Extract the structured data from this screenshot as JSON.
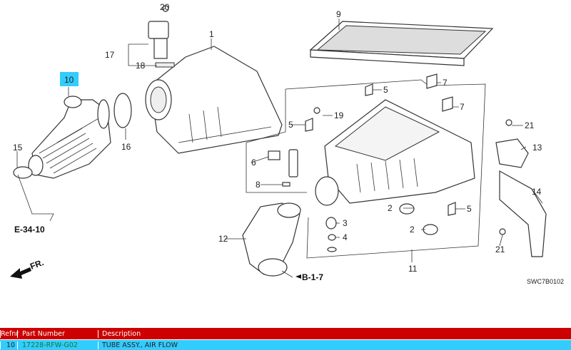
{
  "diagram": {
    "callouts": {
      "c20": "20",
      "c9": "9",
      "c1": "1",
      "c17": "17",
      "c18": "18",
      "c10": "10",
      "c7a": "7",
      "c5a": "5",
      "c7b": "7",
      "c19": "19",
      "c5b": "5",
      "c21a": "21",
      "c15": "15",
      "c16": "16",
      "c13": "13",
      "c6": "6",
      "c8": "8",
      "c14": "14",
      "c2a": "2",
      "c5c": "5",
      "c3": "3",
      "c4": "4",
      "c2b": "2",
      "c12": "12",
      "c21b": "21",
      "c11": "11"
    },
    "references": {
      "e3410": "E-34-10",
      "b17": "B-1-7"
    },
    "front_label": "FR.",
    "diagram_code": "SWC7B0102",
    "highlight_color": "#33ccff"
  },
  "table": {
    "headers": {
      "refnr": "Refnr",
      "part_number": "Part Number",
      "description": "Description"
    },
    "rows": [
      {
        "refnr": "10",
        "part_number": "17228-RFW-G02",
        "description": "TUBE ASSY., AIR FLOW"
      }
    ],
    "header_color": "#cc0000",
    "row_color": "#33ccff"
  }
}
